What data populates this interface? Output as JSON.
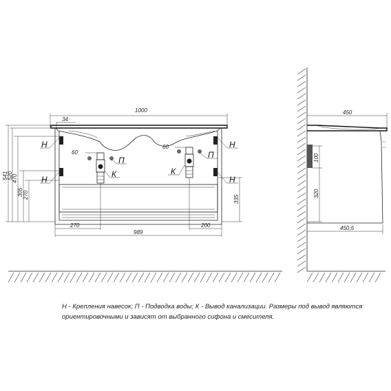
{
  "front_view": {
    "dims": {
      "total_width": "1000",
      "edge_offset": "34",
      "total_height": "541",
      "height_520": "520",
      "height_470": "470",
      "height_305": "305",
      "height_270": "270",
      "right_height": "335",
      "bottom_left": "270",
      "bottom_right": "200",
      "body_width": "989",
      "tap_offset_left": "60",
      "tap_offset_right": "60"
    },
    "labels": {
      "hanger_top_left": "Н",
      "hanger_bottom_left": "Н",
      "hanger_top_right": "Н",
      "hanger_bottom_right": "Н",
      "water_left": "П",
      "water_right": "П",
      "drain_left": "К",
      "drain_right": "К"
    }
  },
  "side_view": {
    "dims": {
      "top_depth": "450",
      "bottom_depth": "450,5",
      "height_100": "100",
      "height_320": "320"
    }
  },
  "legend": {
    "line1": "Н - Крепления навесок; П - Подводка воды; К - Вывод канализации. Размеры под вывод являются",
    "line2": "ориентировочными и зависят от выбранного сифона и смесителя."
  }
}
